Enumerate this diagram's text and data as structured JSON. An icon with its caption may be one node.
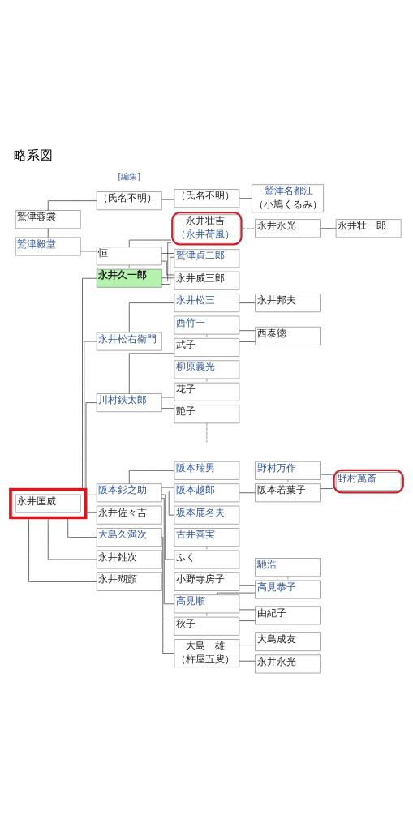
{
  "diagram": {
    "title": "略系図",
    "nodes": [
      {
        "text": [
          "鷲津蓉裳"
        ]
      },
      {
        "text": [
          "（氏名不明）"
        ]
      },
      {
        "text": [
          "（氏名不明）"
        ]
      },
      {
        "text": [
          "鷲津名都江",
          "（小鳩くるみ）"
        ]
      },
      {
        "text": [
          "鷲津毅堂"
        ]
      },
      {
        "text": [
          "恒"
        ]
      },
      {
        "text": [
          "永井壮吉",
          "（永井荷風）"
        ]
      },
      {
        "text": [
          "永井永光"
        ]
      },
      {
        "text": [
          "永井壮一郎"
        ]
      },
      {
        "text": [
          "鷲津貞二郎"
        ]
      },
      {
        "text": [
          "永井久一郎"
        ]
      },
      {
        "text": [
          "永井威三郎"
        ]
      },
      {
        "text": [
          "永井匡威"
        ]
      },
      {
        "text": [
          "永井松右衛門"
        ]
      },
      {
        "text": [
          "永井松三"
        ]
      },
      {
        "text": [
          "永井邦夫"
        ]
      },
      {
        "text": [
          "西竹一"
        ]
      },
      {
        "text": [
          "西泰徳"
        ]
      },
      {
        "text": [
          "武子"
        ]
      },
      {
        "text": [
          "柳原義光"
        ]
      },
      {
        "text": [
          "川村鉄太郎"
        ]
      },
      {
        "text": [
          "花子"
        ]
      },
      {
        "text": [
          "艶子"
        ]
      },
      {
        "text": [
          "阪本瑞男"
        ]
      },
      {
        "text": [
          "野村万作"
        ]
      },
      {
        "text": [
          "野村萬斎"
        ]
      },
      {
        "text": [
          "阪本釤之助"
        ]
      },
      {
        "text": [
          "阪本越郎"
        ]
      },
      {
        "text": [
          "阪本若葉子"
        ]
      },
      {
        "text": [
          "坂本鹿名夫"
        ]
      },
      {
        "text": [
          "永井佐々吉"
        ]
      },
      {
        "text": [
          "古井喜実"
        ]
      },
      {
        "text": [
          "ふく"
        ]
      },
      {
        "text": [
          "馳浩"
        ]
      },
      {
        "text": [
          "小野寺房子"
        ]
      },
      {
        "text": [
          "高見恭子"
        ]
      },
      {
        "text": [
          "高見順"
        ]
      },
      {
        "text": [
          "由紀子"
        ]
      },
      {
        "text": [
          "秋子"
        ]
      },
      {
        "text": [
          "大島成友"
        ]
      },
      {
        "text": [
          "大島久満次"
        ]
      },
      {
        "text": [
          "大島一雄",
          "（杵屋五叟）"
        ]
      },
      {
        "text": [
          "永井永光"
        ]
      },
      {
        "text": [
          "永井鉎次"
        ]
      },
      {
        "text": [
          "永井瑚顗"
        ]
      }
    ],
    "edges": [
      {
        "from": 0,
        "to": 1,
        "arrow": "none"
      },
      {
        "from": 1,
        "to": 2,
        "arrow": "none"
      },
      {
        "from": 2,
        "to": 3,
        "arrow": "none"
      },
      {
        "from": 0,
        "to": 4,
        "arrow": "none"
      },
      {
        "from": 4,
        "to": 5,
        "arrow": "none"
      },
      {
        "from": 6,
        "to": 7,
        "arrow": "none",
        "style": "dashed"
      },
      {
        "from": 7,
        "to": 8,
        "arrow": "none"
      },
      {
        "from": 5,
        "to": 10,
        "arrow": "none",
        "style": "dashed"
      },
      {
        "from": 5,
        "to": 6,
        "arrow": "none"
      },
      {
        "from": 10,
        "to": 6,
        "arrow": "none"
      },
      {
        "from": 5,
        "to": 9,
        "arrow": "none"
      },
      {
        "from": 10,
        "to": 9,
        "arrow": "none"
      },
      {
        "from": 5,
        "to": 11,
        "arrow": "none"
      },
      {
        "from": 10,
        "to": 11,
        "arrow": "none"
      },
      {
        "from": 12,
        "to": 10,
        "arrow": "none"
      },
      {
        "from": 12,
        "to": 13,
        "arrow": "none"
      },
      {
        "from": 13,
        "to": 14,
        "arrow": "none"
      },
      {
        "from": 14,
        "to": 15,
        "arrow": "none"
      },
      {
        "from": 16,
        "to": 18,
        "arrow": "none",
        "style": "dashed"
      },
      {
        "from": 16,
        "to": 17,
        "arrow": "none"
      },
      {
        "from": 18,
        "to": 17,
        "arrow": "none"
      },
      {
        "from": 12,
        "to": 20,
        "arrow": "none"
      },
      {
        "from": 20,
        "to": 18,
        "arrow": "none"
      },
      {
        "from": 20,
        "to": 21,
        "arrow": "none"
      },
      {
        "from": 20,
        "to": 22,
        "arrow": "none"
      },
      {
        "from": 19,
        "to": 21,
        "arrow": "none",
        "style": "dashed"
      },
      {
        "from": 22,
        "to": null,
        "arrow": "none",
        "style": "dashed"
      },
      {
        "from": 24,
        "to": 28,
        "arrow": "none",
        "style": "dashed"
      },
      {
        "from": 24,
        "to": 25,
        "arrow": "none"
      },
      {
        "from": 28,
        "to": 25,
        "arrow": "none"
      },
      {
        "from": 12,
        "to": 26,
        "arrow": "none"
      },
      {
        "from": 26,
        "to": 23,
        "arrow": "none"
      },
      {
        "from": 26,
        "to": 27,
        "arrow": "none"
      },
      {
        "from": 26,
        "to": 29,
        "arrow": "none"
      },
      {
        "from": 26,
        "to": 32,
        "arrow": "none"
      },
      {
        "from": 26,
        "to": 36,
        "arrow": "none"
      },
      {
        "from": 27,
        "to": 28,
        "arrow": "none"
      },
      {
        "from": 12,
        "to": 30,
        "arrow": "none"
      },
      {
        "from": 31,
        "to": 32,
        "arrow": "none",
        "style": "dashed"
      },
      {
        "from": 33,
        "to": 35,
        "arrow": "none",
        "style": "dashed"
      },
      {
        "from": 34,
        "to": 36,
        "arrow": "none",
        "style": "dashed"
      },
      {
        "from": 34,
        "to": 35,
        "arrow": "none"
      },
      {
        "from": 36,
        "to": 35,
        "arrow": "none"
      },
      {
        "from": 36,
        "to": 38,
        "arrow": "none",
        "style": "dashed"
      },
      {
        "from": 36,
        "to": 37,
        "arrow": "none"
      },
      {
        "from": 38,
        "to": 37,
        "arrow": "none"
      },
      {
        "from": 12,
        "to": 40,
        "arrow": "none"
      },
      {
        "from": 40,
        "to": 41,
        "arrow": "none"
      },
      {
        "from": 41,
        "to": 39,
        "arrow": "none"
      },
      {
        "from": 41,
        "to": 42,
        "arrow": "none"
      },
      {
        "from": 12,
        "to": 43,
        "arrow": "none"
      },
      {
        "from": 12,
        "to": 44,
        "arrow": "none"
      }
    ],
    "labels": [
      "[編集]"
    ]
  }
}
